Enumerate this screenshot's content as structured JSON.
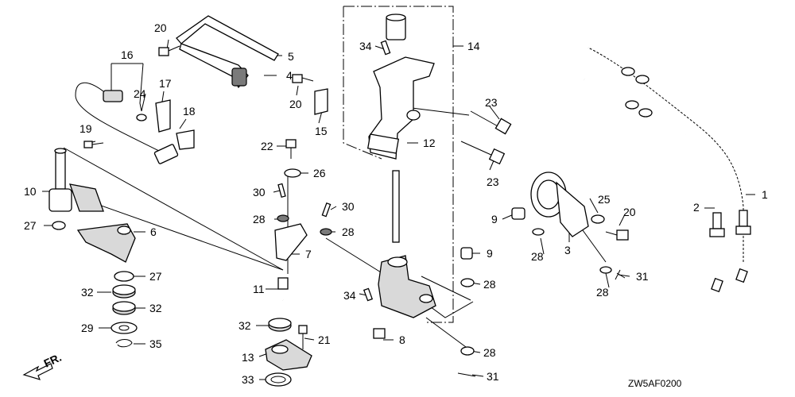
{
  "diagram": {
    "code": "ZW5AF0200",
    "direction_label": "FR.",
    "callouts": [
      {
        "id": "c1",
        "text": "1"
      },
      {
        "id": "c2",
        "text": "2"
      },
      {
        "id": "c3",
        "text": "3"
      },
      {
        "id": "c4",
        "text": "4"
      },
      {
        "id": "c5",
        "text": "5"
      },
      {
        "id": "c6",
        "text": "6"
      },
      {
        "id": "c7",
        "text": "7"
      },
      {
        "id": "c8",
        "text": "8"
      },
      {
        "id": "c9a",
        "text": "9"
      },
      {
        "id": "c9b",
        "text": "9"
      },
      {
        "id": "c10",
        "text": "10"
      },
      {
        "id": "c11",
        "text": "11"
      },
      {
        "id": "c12",
        "text": "12"
      },
      {
        "id": "c13",
        "text": "13"
      },
      {
        "id": "c14",
        "text": "14"
      },
      {
        "id": "c15",
        "text": "15"
      },
      {
        "id": "c16",
        "text": "16"
      },
      {
        "id": "c17",
        "text": "17"
      },
      {
        "id": "c18",
        "text": "18"
      },
      {
        "id": "c19",
        "text": "19"
      },
      {
        "id": "c20a",
        "text": "20"
      },
      {
        "id": "c20b",
        "text": "20"
      },
      {
        "id": "c20c",
        "text": "20"
      },
      {
        "id": "c21",
        "text": "21"
      },
      {
        "id": "c22",
        "text": "22"
      },
      {
        "id": "c23a",
        "text": "23"
      },
      {
        "id": "c23b",
        "text": "23"
      },
      {
        "id": "c24",
        "text": "24"
      },
      {
        "id": "c25",
        "text": "25"
      },
      {
        "id": "c26",
        "text": "26"
      },
      {
        "id": "c27a",
        "text": "27"
      },
      {
        "id": "c27b",
        "text": "27"
      },
      {
        "id": "c28a",
        "text": "28"
      },
      {
        "id": "c28b",
        "text": "28"
      },
      {
        "id": "c28c",
        "text": "28"
      },
      {
        "id": "c28d",
        "text": "28"
      },
      {
        "id": "c28e",
        "text": "28"
      },
      {
        "id": "c28f",
        "text": "28"
      },
      {
        "id": "c29",
        "text": "29"
      },
      {
        "id": "c30a",
        "text": "30"
      },
      {
        "id": "c30b",
        "text": "30"
      },
      {
        "id": "c31a",
        "text": "31"
      },
      {
        "id": "c31b",
        "text": "31"
      },
      {
        "id": "c32a",
        "text": "32"
      },
      {
        "id": "c32b",
        "text": "32"
      },
      {
        "id": "c32c",
        "text": "32"
      },
      {
        "id": "c33",
        "text": "33"
      },
      {
        "id": "c34a",
        "text": "34"
      },
      {
        "id": "c34b",
        "text": "34"
      },
      {
        "id": "c35",
        "text": "35"
      }
    ]
  }
}
